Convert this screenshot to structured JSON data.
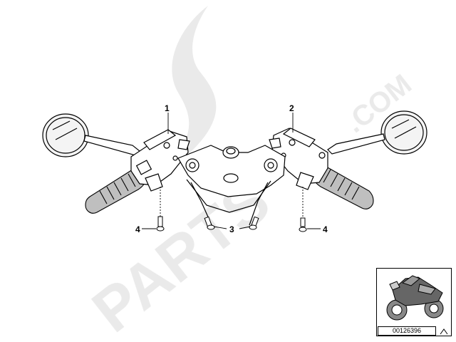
{
  "watermark": {
    "text_main": "PARTS",
    "text_com": ".COM",
    "color": "#d9d9d9"
  },
  "callouts": {
    "part_1": "1",
    "part_2": "2",
    "part_3": "3",
    "part_4_left": "4",
    "part_4_right": "4"
  },
  "reference": {
    "diagram_number": "00126396"
  },
  "colors": {
    "line": "#000000",
    "grip": "#bfbfbf",
    "mirror_glass": "#f4f4f4"
  }
}
